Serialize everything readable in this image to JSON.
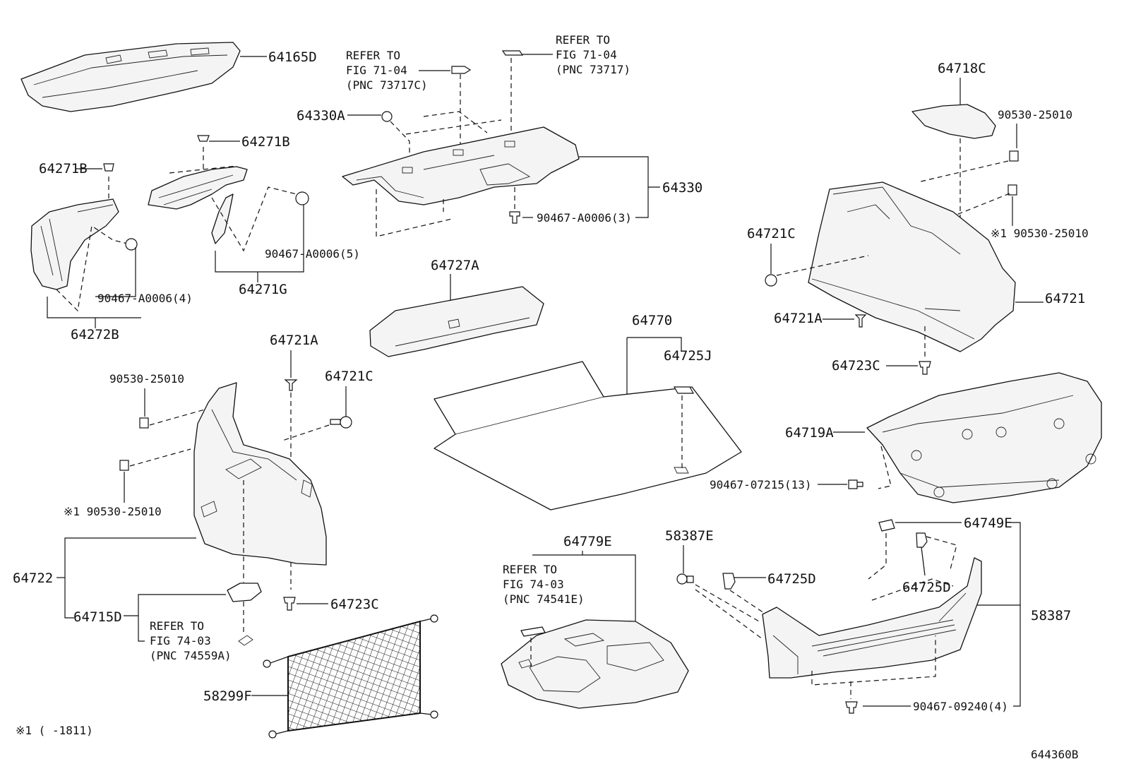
{
  "diagram_id": "644360B",
  "footnote": "※1 (    -1811)",
  "labels": {
    "p64165D": "64165D",
    "ref_7104_a_1": "REFER TO",
    "ref_7104_a_2": "FIG 71-04",
    "ref_7104_a_3": "(PNC 73717C)",
    "ref_7104_b_1": "REFER TO",
    "ref_7104_b_2": "FIG 71-04",
    "ref_7104_b_3": "(PNC 73717)",
    "p64718C": "64718C",
    "p90530_top": "90530-25010",
    "p64330A": "64330A",
    "p64271B_top": "64271B",
    "p64271B_left": "64271B",
    "p64330": "64330",
    "p90467_3": "90467-A0006(3)",
    "p64721C_right": "64721C",
    "p90530_right_note": "※1 90530-25010",
    "p90467_5": "90467-A0006(5)",
    "p64271G": "64271G",
    "p90467_4": "90467-A0006(4)",
    "p64272B": "64272B",
    "p64727A": "64727A",
    "p64721": "64721",
    "p64770": "64770",
    "p64721A_right": "64721A",
    "p64725J": "64725J",
    "p64721A_left": "64721A",
    "p64723C_right": "64723C",
    "p90530_left": "90530-25010",
    "p64721C_left": "64721C",
    "p64719A": "64719A",
    "p90467_13": "90467-07215(13)",
    "p90530_left_note": "※1 90530-25010",
    "p64722": "64722",
    "p64779E": "64779E",
    "p58387E": "58387E",
    "p64749E": "64749E",
    "ref_7403_b_1": "REFER TO",
    "ref_7403_b_2": "FIG 74-03",
    "ref_7403_b_3": "(PNC 74541E)",
    "p64725D_a": "64725D",
    "p64725D_b": "64725D",
    "p64715D": "64715D",
    "p64723C_left": "64723C",
    "ref_7403_a_1": "REFER TO",
    "ref_7403_a_2": "FIG 74-03",
    "ref_7403_a_3": "(PNC 74559A)",
    "p58387": "58387",
    "p58299F": "58299F",
    "p90467_09240": "90467-09240(4)"
  },
  "colors": {
    "ink": "#111111",
    "paper": "#ffffff",
    "part_fill": "#f4f4f4"
  }
}
